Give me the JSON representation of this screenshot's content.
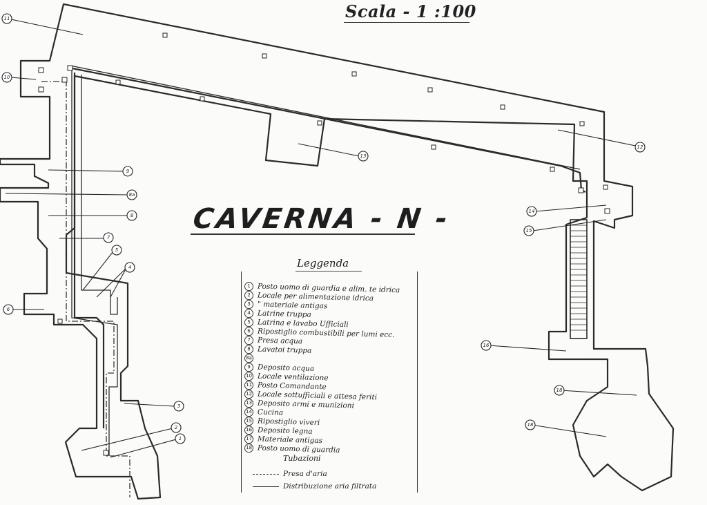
{
  "scale": "Scala - 1 :100",
  "title": "CAVERNA - N -",
  "legend": {
    "heading": "Leggenda",
    "items": [
      {
        "num": "1",
        "text": "Posto uomo di guardia e alim. te idrica"
      },
      {
        "num": "2",
        "text": "Locale per alimentazione idrica"
      },
      {
        "num": "3",
        "text": "\"   materiale antigas"
      },
      {
        "num": "4",
        "text": "Latrine truppa"
      },
      {
        "num": "5",
        "text": "Latrina e lavabo Ufficiali"
      },
      {
        "num": "6",
        "text": "Ripostiglio combustibili per lumi ecc."
      },
      {
        "num": "7",
        "text": "Presa acqua"
      },
      {
        "num": "8",
        "text": "Lavatoi truppa"
      },
      {
        "num": "8a",
        "text": ""
      },
      {
        "num": "9",
        "text": "Deposito acqua"
      },
      {
        "num": "10",
        "text": "Locale ventilazione"
      },
      {
        "num": "11",
        "text": "Posto Comandante"
      },
      {
        "num": "12",
        "text": "Locale sottufficiali e attesa feriti"
      },
      {
        "num": "13",
        "text": "Deposito armi e munizioni"
      },
      {
        "num": "14",
        "text": "Cucina"
      },
      {
        "num": "15",
        "text": "Ripostiglio viveri"
      },
      {
        "num": "16",
        "text": "Deposito legna"
      },
      {
        "num": "17",
        "text": "Materiale antigas"
      },
      {
        "num": "18",
        "text": "Posto uomo di guardia"
      }
    ],
    "pipes_heading": "Tubazioni",
    "pipes": [
      {
        "style": "dash-dot",
        "text": "Presa d'aria"
      },
      {
        "style": "solid",
        "text": "Distribuzione aria filtrata"
      }
    ]
  },
  "markers": [
    "11",
    "10",
    "9",
    "8a",
    "8",
    "7",
    "6",
    "5",
    "4",
    "3",
    "2",
    "1",
    "13",
    "12",
    "14",
    "15",
    "16",
    "18",
    "18"
  ]
}
